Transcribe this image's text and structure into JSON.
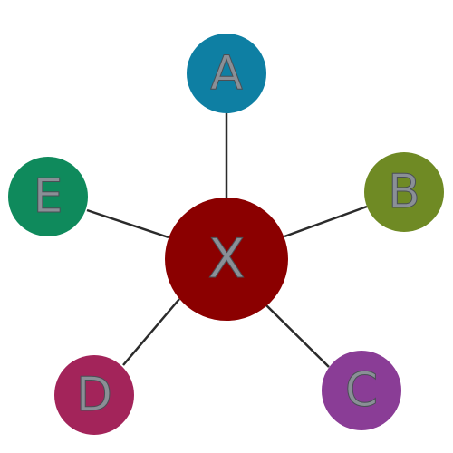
{
  "diagram": {
    "center": {
      "label": "X",
      "color": "#8b0000"
    },
    "nodes": [
      {
        "id": "a",
        "label": "A",
        "color": "#0e7fa3"
      },
      {
        "id": "b",
        "label": "B",
        "color": "#6f8a24"
      },
      {
        "id": "c",
        "label": "C",
        "color": "#8a3d96"
      },
      {
        "id": "d",
        "label": "D",
        "color": "#a3245a"
      },
      {
        "id": "e",
        "label": "E",
        "color": "#0f8a5c"
      }
    ]
  }
}
